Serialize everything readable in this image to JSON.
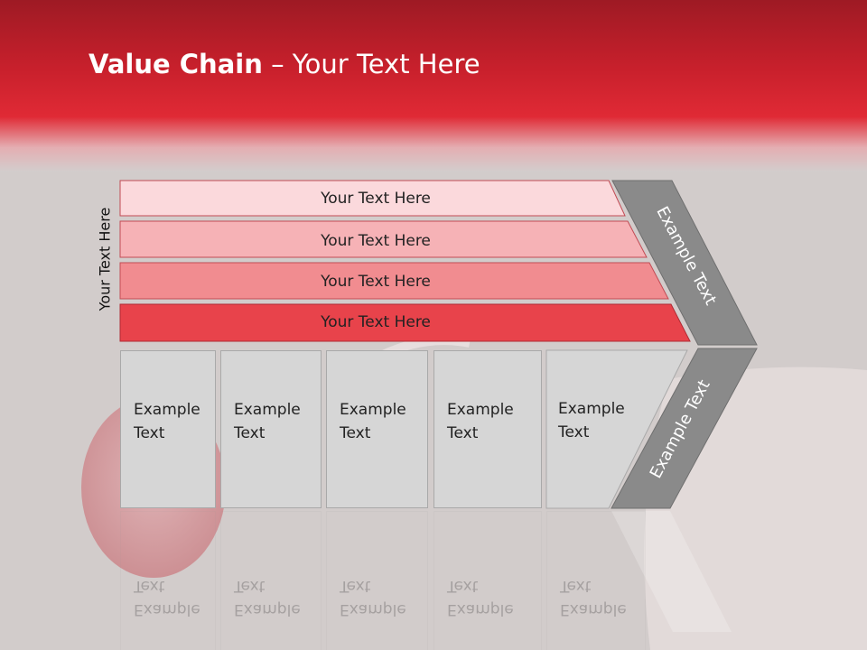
{
  "slide": {
    "title_bold": "Value Chain",
    "title_rest": " – Your Text Here",
    "side_label": "Your Text Here",
    "bands": [
      {
        "label": "Your Text Here",
        "color": "#fbd9dc"
      },
      {
        "label": "Your Text Here",
        "color": "#f6b2b6"
      },
      {
        "label": "Your Text Here",
        "color": "#f18c90"
      },
      {
        "label": "Your Text Here",
        "color": "#e8434b"
      }
    ],
    "chevron_labels": {
      "upper": "Example Text",
      "lower": "Example Text"
    },
    "boxes": [
      {
        "label": "Example\nText"
      },
      {
        "label": "Example\nText"
      },
      {
        "label": "Example\nText"
      },
      {
        "label": "Example\nText"
      },
      {
        "label": "Example\nText"
      }
    ],
    "colors": {
      "header_red": "#e02a35",
      "chevron_gray": "#8a8a8a",
      "box_gray": "#d6d6d6"
    }
  }
}
